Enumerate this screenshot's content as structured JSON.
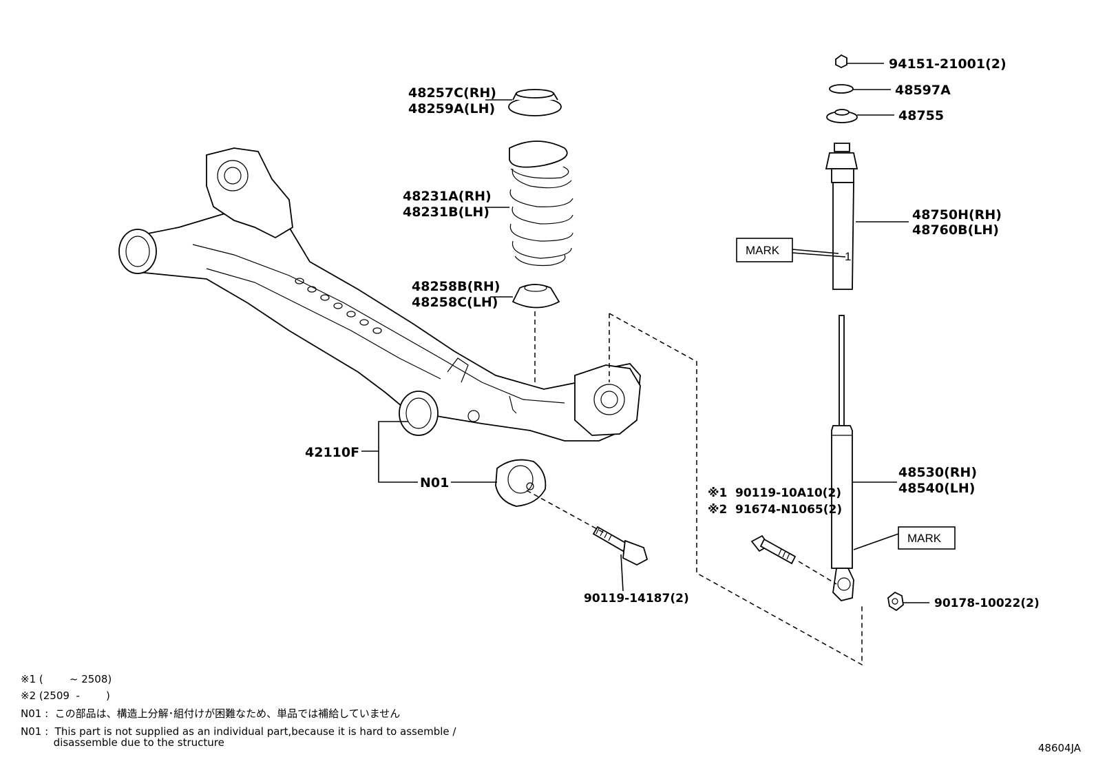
{
  "parts": {
    "nut_top": "94151-21001(2)",
    "washer": "48597A",
    "support": "48755",
    "dust_boot_rh": "48750H(RH)",
    "dust_boot_lh": "48760B(LH)",
    "mark1": "MARK",
    "mark_digit": "1",
    "upper_insulator_rh": "48257C(RH)",
    "upper_insulator_lh": "48259A(LH)",
    "spring_rh": "48231A(RH)",
    "spring_lh": "48231B(LH)",
    "lower_insulator_rh": "48258B(RH)",
    "lower_insulator_lh": "48258C(LH)",
    "axle_beam": "42110F",
    "bushing": "N01",
    "absorber_rh": "48530(RH)",
    "absorber_lh": "48540(LH)",
    "mark2": "MARK",
    "bolt_note1_marker": "※1",
    "bolt_note1": "90119-10A10(2)",
    "bolt_note2_marker": "※2",
    "bolt_note2": "91674-N1065(2)",
    "bolt_bottom": "90119-14187(2)",
    "nut_bottom": "90178-10022(2)"
  },
  "notes": {
    "n1": "※1 (        ~ 2508)",
    "n2": "※2 (2509  -        )",
    "n3": "N01 :  この部品は、構造上分解･組付けが困難なため、単品では補給していません",
    "n4a": "N01 :  This part is not supplied as an individual part,because it is hard to assemble /",
    "n4b": "          disassemble due to the structure"
  },
  "figure_id": "48604JA"
}
